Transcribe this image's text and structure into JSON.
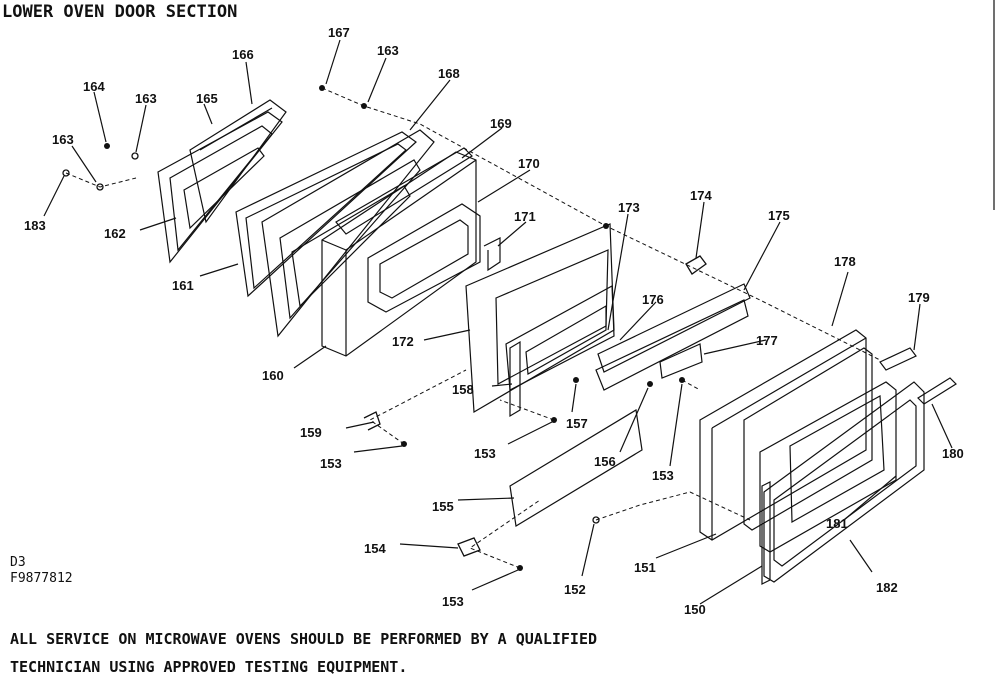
{
  "header": {
    "title": "LOWER OVEN DOOR SECTION"
  },
  "codes": {
    "line1": "D3",
    "line2": "F9877812"
  },
  "footer": {
    "line1": "ALL SERVICE ON MICROWAVE OVENS SHOULD BE PERFORMED BY A QUALIFIED",
    "line2": "TECHNICIAN USING APPROVED TESTING EQUIPMENT."
  },
  "labels": {
    "l150": "150",
    "l151": "151",
    "l152": "152",
    "l153a": "153",
    "l153b": "153",
    "l153c": "153",
    "l153d": "153",
    "l154": "154",
    "l155": "155",
    "l156": "156",
    "l157": "157",
    "l158": "158",
    "l159": "159",
    "l160": "160",
    "l161": "161",
    "l162": "162",
    "l163a": "163",
    "l163b": "163",
    "l163c": "163",
    "l164": "164",
    "l165": "165",
    "l166": "166",
    "l167": "167",
    "l168": "168",
    "l169": "169",
    "l170": "170",
    "l171": "171",
    "l172": "172",
    "l173": "173",
    "l174": "174",
    "l175": "175",
    "l176": "176",
    "l177": "177",
    "l178": "178",
    "l179": "179",
    "l180": "180",
    "l181": "181",
    "l182": "182",
    "l183": "183"
  }
}
